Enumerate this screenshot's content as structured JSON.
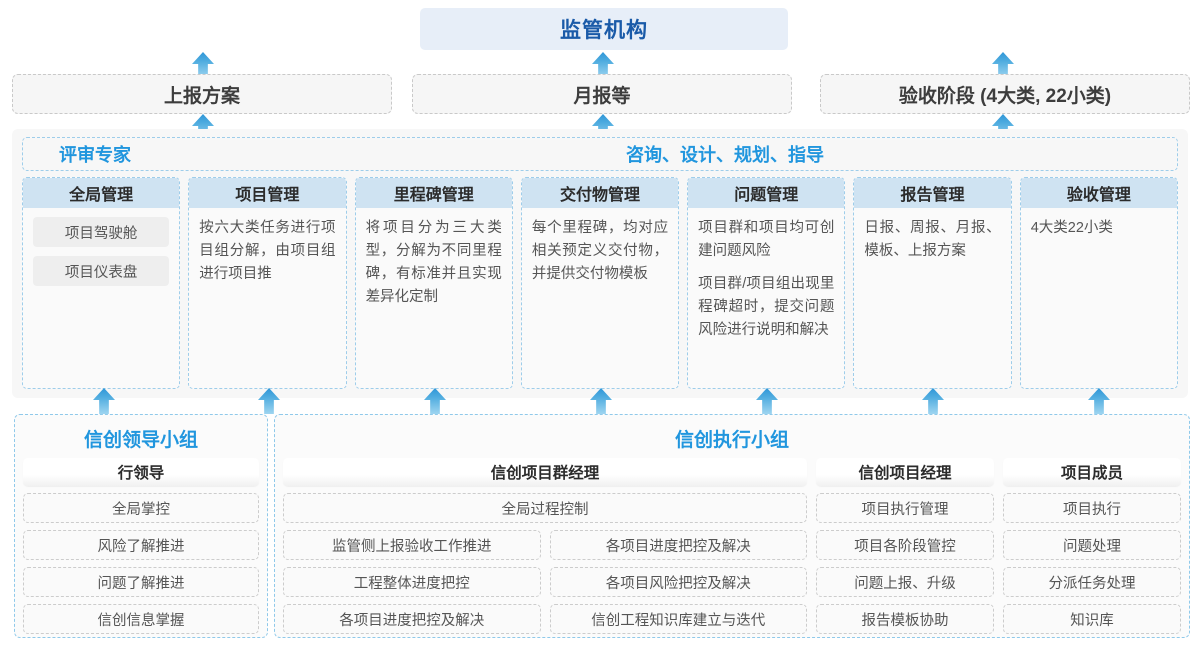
{
  "top": {
    "regulator_label": "监管机构"
  },
  "deliverables": [
    {
      "label": "上报方案"
    },
    {
      "label": "月报等"
    },
    {
      "label": "验收阶段 (4大类, 22小类)"
    }
  ],
  "middle": {
    "header_left": "评审专家",
    "header_right": "咨询、设计、规划、指导",
    "columns": [
      {
        "title": "全局管理",
        "chips": [
          "项目驾驶舱",
          "项目仪表盘"
        ],
        "paragraphs": []
      },
      {
        "title": "项目管理",
        "chips": [],
        "paragraphs": [
          "按六大类任务进行项目组分解，由项目组进行项目推"
        ]
      },
      {
        "title": "里程碑管理",
        "chips": [],
        "paragraphs": [
          "将项目分为三大类型，分解为不同里程碑，有标准并且实现差异化定制"
        ]
      },
      {
        "title": "交付物管理",
        "chips": [],
        "paragraphs": [
          "每个里程碑，均对应相关预定义交付物，并提供交付物模板"
        ]
      },
      {
        "title": "问题管理",
        "chips": [],
        "paragraphs": [
          "项目群和项目均可创建问题风险",
          "项目群/项目组出现里程碑超时，提交问题风险进行说明和解决"
        ]
      },
      {
        "title": "报告管理",
        "chips": [],
        "paragraphs": [
          "日报、周报、月报、模板、上报方案"
        ]
      },
      {
        "title": "验收管理",
        "chips": [],
        "paragraphs": [
          "4大类22小类"
        ]
      }
    ]
  },
  "bottom": {
    "left_group": {
      "title": "信创领导小组",
      "role": "行领导",
      "tasks": [
        "全局掌控",
        "风险了解推进",
        "问题了解推进",
        "信创信息掌握"
      ]
    },
    "right_group": {
      "title": "信创执行小组",
      "program_manager": {
        "role": "信创项目群经理",
        "full_width_task": "全局过程控制",
        "rows": [
          [
            "监管侧上报验收工作推进",
            "各项目进度把控及解决"
          ],
          [
            "工程整体进度把控",
            "各项目风险把控及解决"
          ],
          [
            "各项目进度把控及解决",
            "信创工程知识库建立与迭代"
          ]
        ]
      },
      "project_manager": {
        "role": "信创项目经理",
        "tasks": [
          "项目执行管理",
          "项目各阶段管控",
          "问题上报、升级",
          "报告模板协助"
        ]
      },
      "member": {
        "role": "项目成员",
        "tasks": [
          "项目执行",
          "问题处理",
          "分派任务处理",
          "知识库"
        ]
      }
    }
  },
  "colors": {
    "brand_blue": "#2196de",
    "deep_blue": "#1a5aa8",
    "header_fill": "#cfe3f2",
    "panel_bg": "#f7f7f7"
  },
  "arrows": {
    "to_regulator_count": 3,
    "to_middle_count": 7,
    "icon": "arrow-up-icon"
  }
}
